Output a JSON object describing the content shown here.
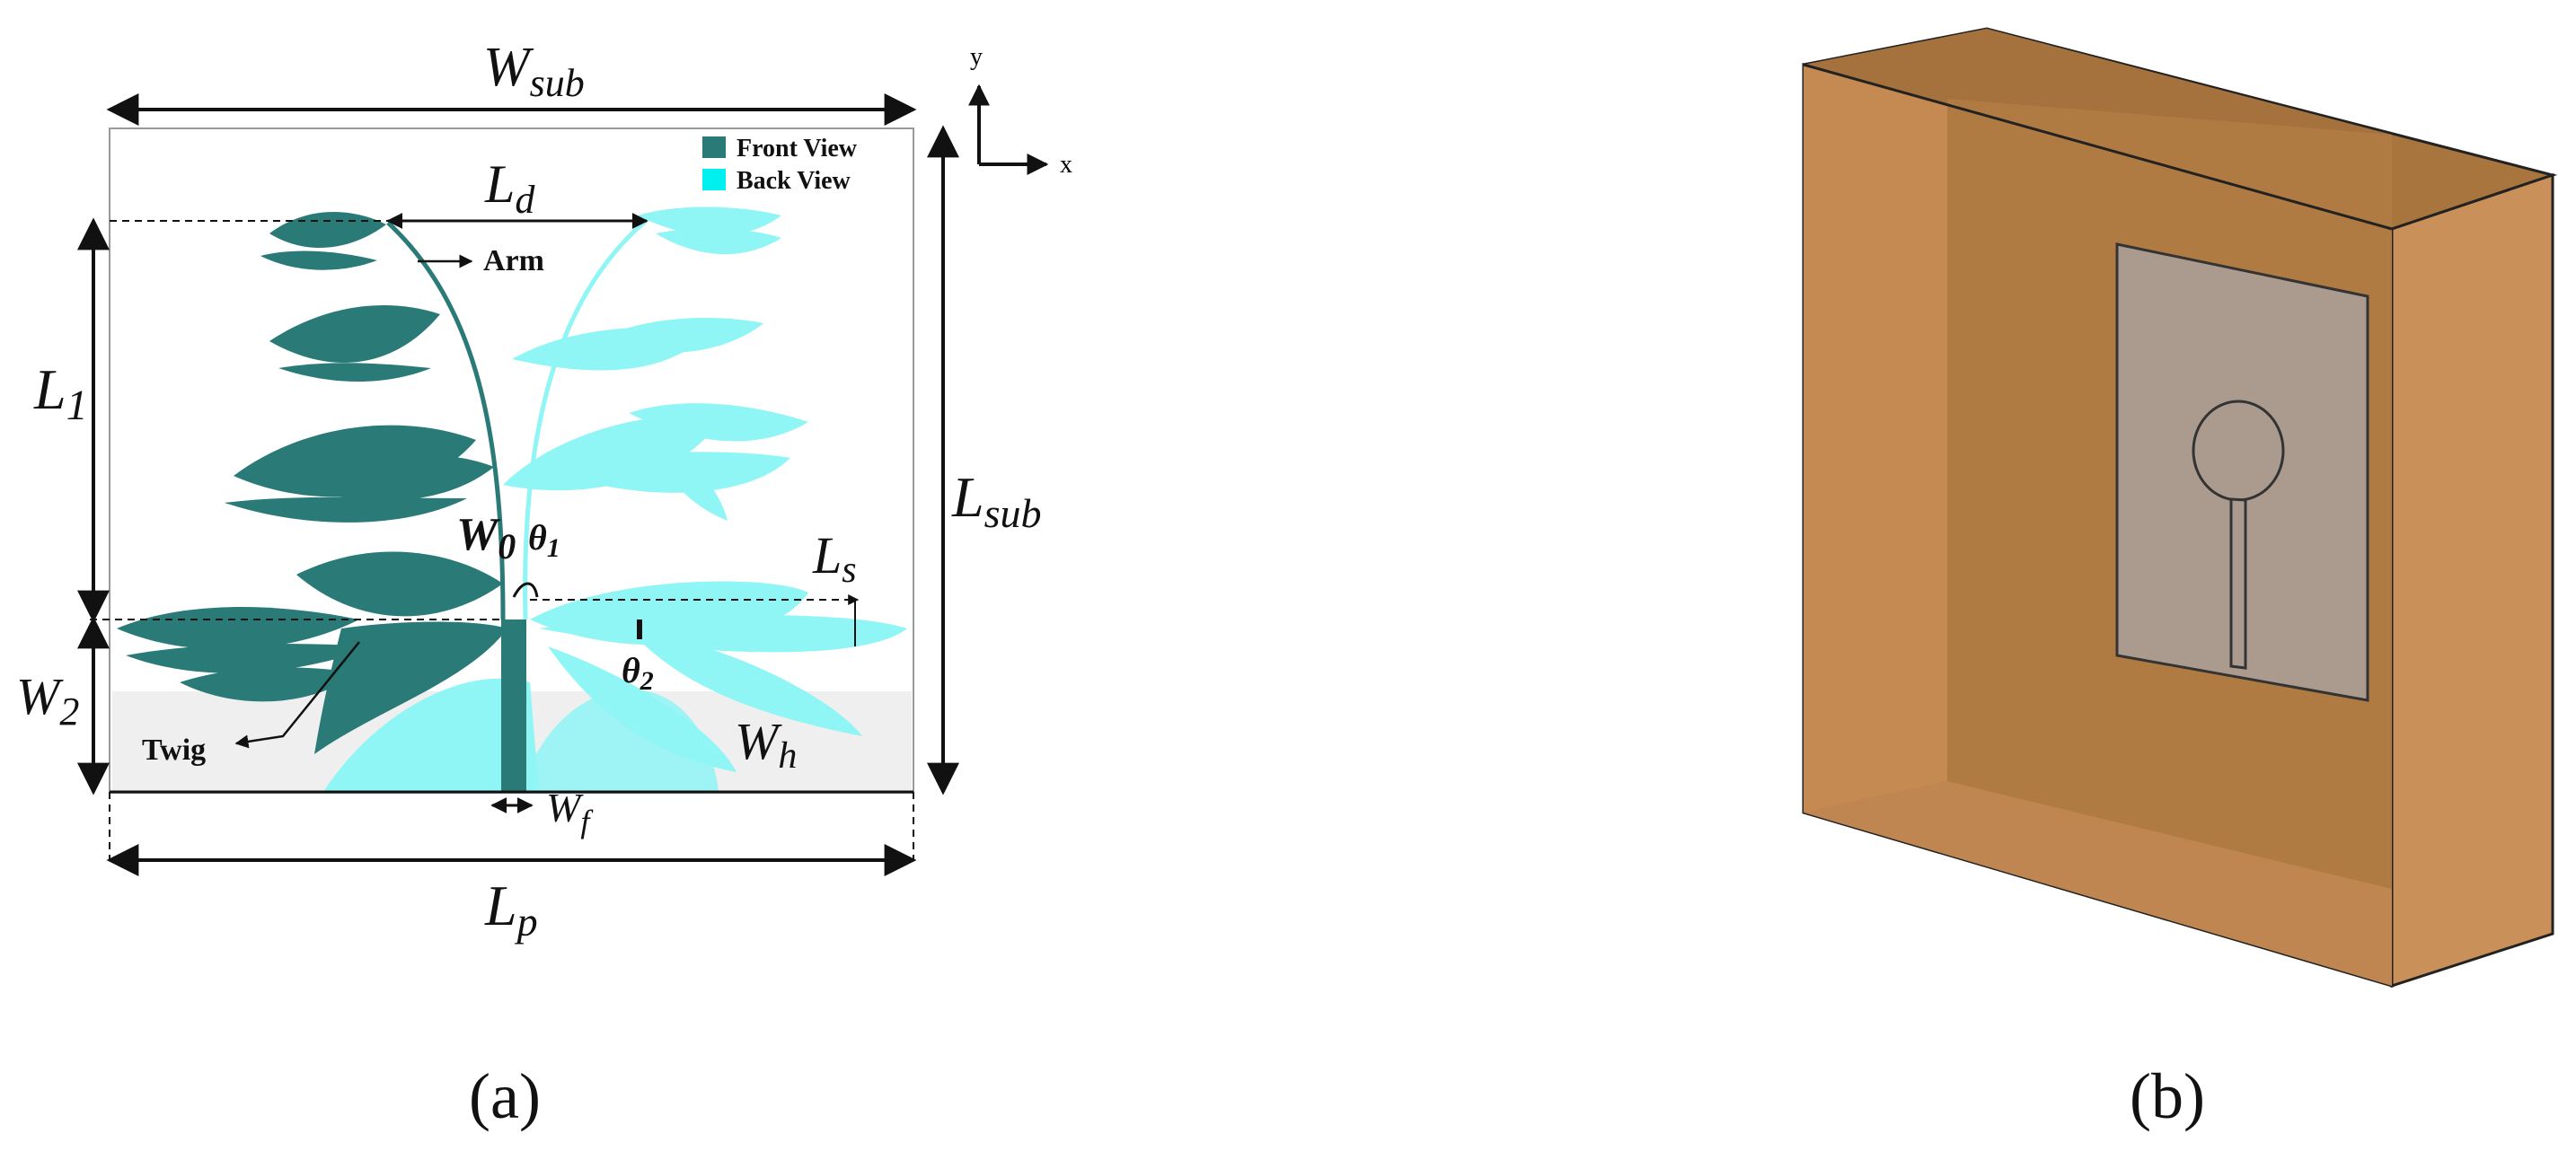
{
  "colors": {
    "front_view": "#2a7a78",
    "back_view": "#8ff5f5",
    "box_front": "#b57f45",
    "box_side": "#c99059",
    "box_top": "#a9753f",
    "patch": "#ab9b8f"
  },
  "legend": {
    "front_view": "Front View",
    "back_view": "Back View"
  },
  "axes": {
    "y": "y",
    "x": "x"
  },
  "dimensions": {
    "W_sub": {
      "base": "W",
      "sub": "sub"
    },
    "L_d": {
      "base": "L",
      "sub": "d"
    },
    "L_1": {
      "base": "L",
      "sub": "1"
    },
    "L_sub": {
      "base": "L",
      "sub": "sub"
    },
    "W_0": {
      "base": "W",
      "sub": "0"
    },
    "theta_1": {
      "base": "θ",
      "sub": "1"
    },
    "L_s": {
      "base": "L",
      "sub": "s"
    },
    "theta_2": {
      "base": "θ",
      "sub": "2"
    },
    "W_2": {
      "base": "W",
      "sub": "2"
    },
    "W_h": {
      "base": "W",
      "sub": "h"
    },
    "W_f": {
      "base": "W",
      "sub": "f"
    },
    "L_p": {
      "base": "L",
      "sub": "p"
    }
  },
  "annotations": {
    "arm": "Arm",
    "twig": "Twig"
  },
  "captions": {
    "a": "(a)",
    "b": "(b)"
  }
}
